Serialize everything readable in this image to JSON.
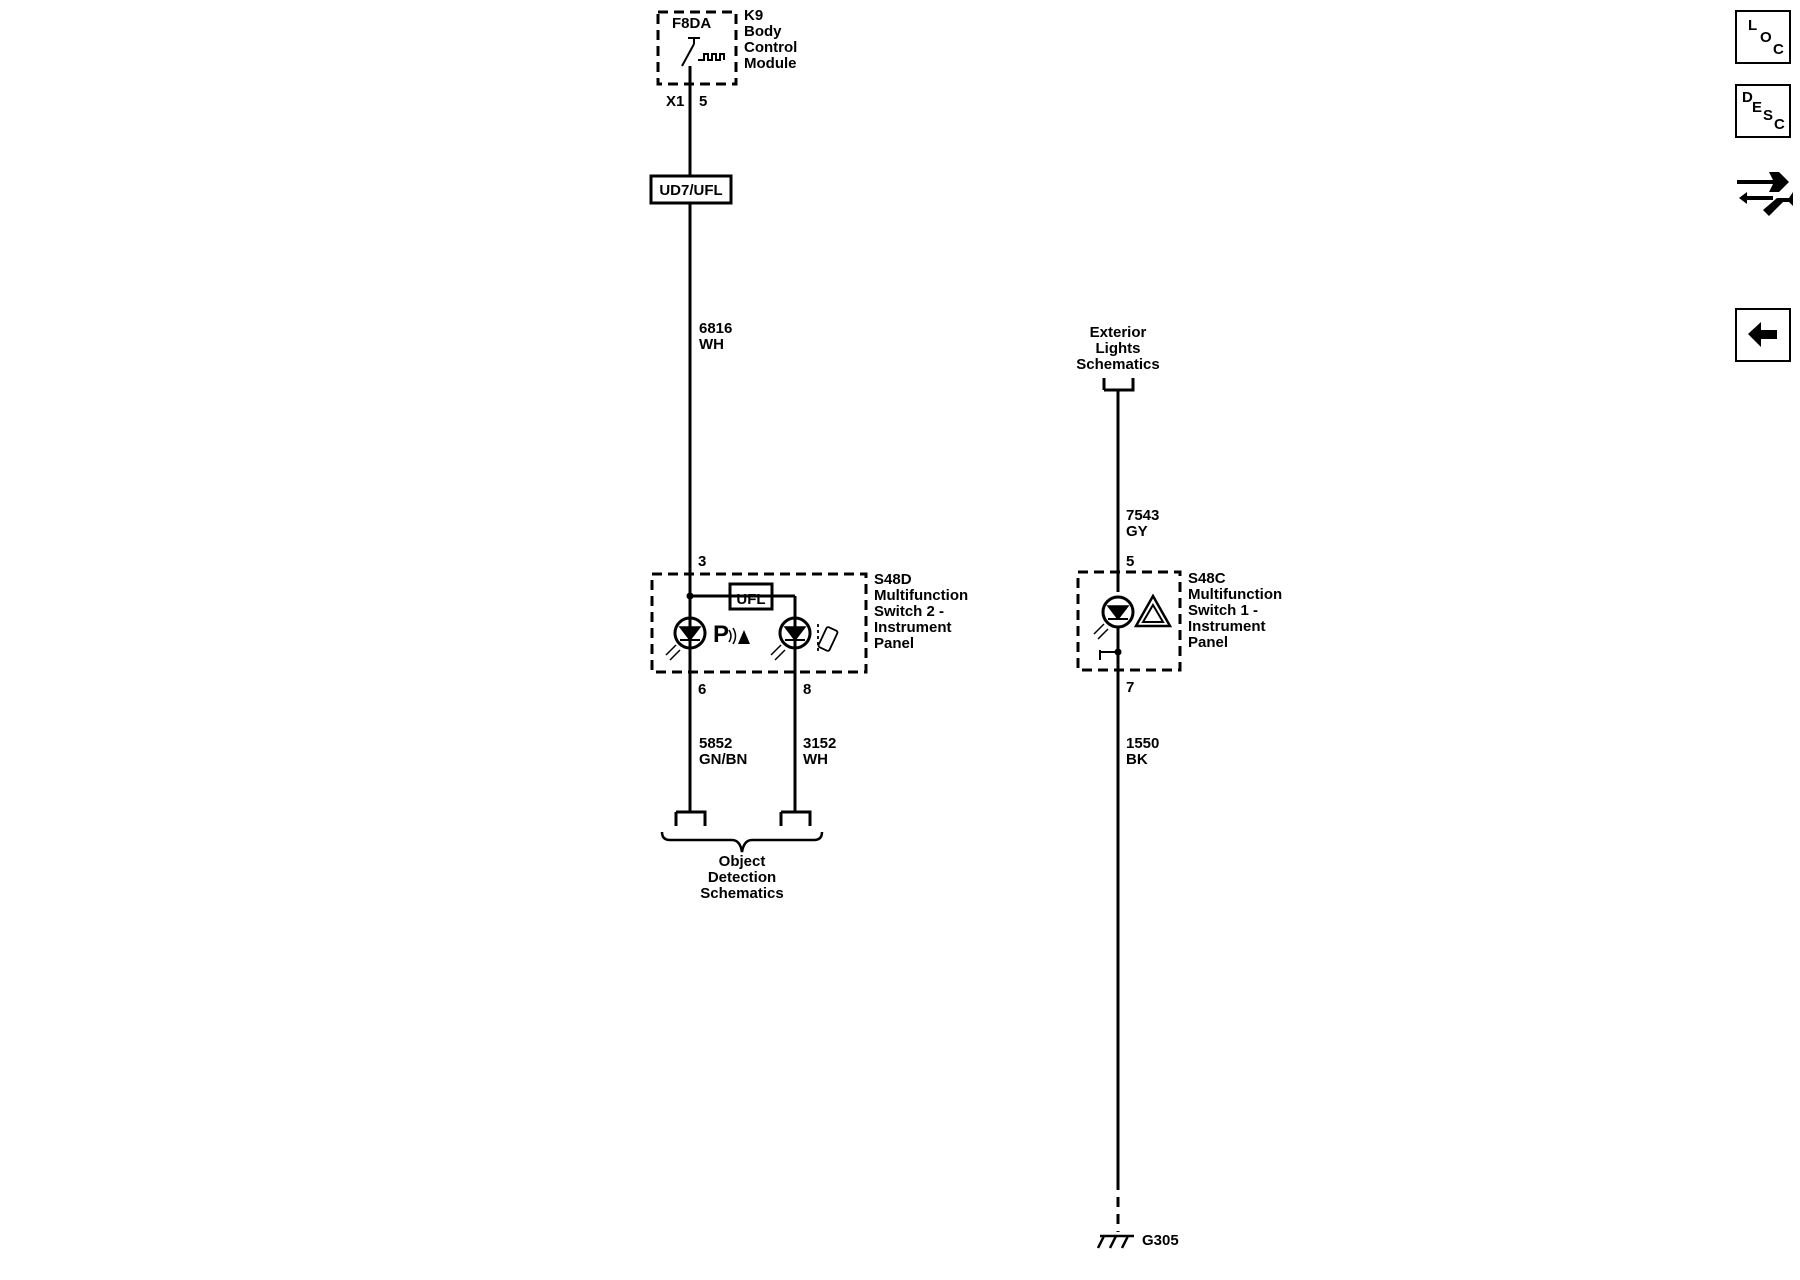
{
  "module_k9": {
    "code": "F8DA",
    "ref": "K9",
    "name_lines": [
      "Body",
      "Control",
      "Module"
    ],
    "connector": "X1",
    "pin": "5"
  },
  "option_block": "UD7/UFL",
  "wire_6816": {
    "circuit": "6816",
    "color": "WH"
  },
  "switch_s48d": {
    "ref": "S48D",
    "name_lines": [
      "Multifunction",
      "Switch 2 -",
      "Instrument",
      "Panel"
    ],
    "pin_in": "3",
    "pin_out_a": "6",
    "pin_out_b": "8",
    "option": "UFL"
  },
  "wire_5852": {
    "circuit": "5852",
    "color": "GN/BN"
  },
  "wire_3152": {
    "circuit": "3152",
    "color": "WH"
  },
  "object_detection": {
    "lines": [
      "Object",
      "Detection",
      "Schematics"
    ]
  },
  "exterior_lights": {
    "lines": [
      "Exterior",
      "Lights",
      "Schematics"
    ]
  },
  "wire_7543": {
    "circuit": "7543",
    "color": "GY"
  },
  "switch_s48c": {
    "ref": "S48C",
    "name_lines": [
      "Multifunction",
      "Switch 1 -",
      "Instrument",
      "Panel"
    ],
    "pin_in": "5",
    "pin_out": "7"
  },
  "wire_1550": {
    "circuit": "1550",
    "color": "BK"
  },
  "ground": {
    "ref": "G305"
  },
  "nav": {
    "loc": {
      "letters": [
        "L",
        "O",
        "C"
      ],
      "icon": "location-icon"
    },
    "desc": {
      "letters": [
        "D",
        "E",
        "S",
        "C"
      ],
      "icon": "description-icon"
    },
    "connectors": {
      "icon": "connector-wrench-icon"
    },
    "back": {
      "icon": "back-arrow-icon"
    }
  }
}
